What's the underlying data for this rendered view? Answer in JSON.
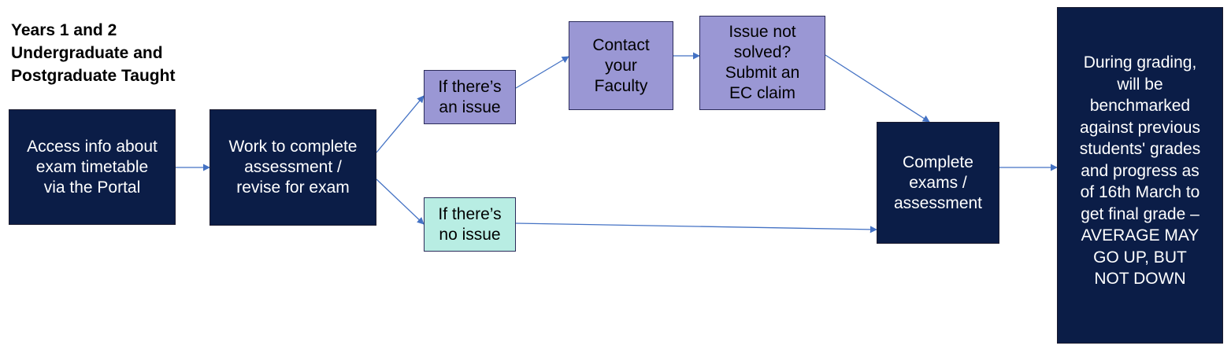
{
  "title": "Years 1 and 2\nUndergraduate and\nPostgraduate Taught",
  "nodes": {
    "access": "Access info about\nexam timetable\nvia the Portal",
    "work": "Work to complete\nassessment /\nrevise for exam",
    "issue": "If there’s\nan issue",
    "no_issue": "If there’s\nno issue",
    "contact": "Contact\nyour\nFaculty",
    "ec": "Issue not\nsolved?\nSubmit an\nEC claim",
    "complete": "Complete\nexams /\nassessment",
    "grading": "During grading,\nwill be\nbenchmarked\nagainst previous\nstudents' grades\nand progress as\nof 16th March to\nget final grade –\nAVERAGE MAY\nGO UP, BUT\nNOT DOWN"
  },
  "colors": {
    "dark_box": "#0b1d47",
    "issue_box": "#9a97d4",
    "no_issue_box": "#b8ede3",
    "arrow": "#4472c4"
  }
}
